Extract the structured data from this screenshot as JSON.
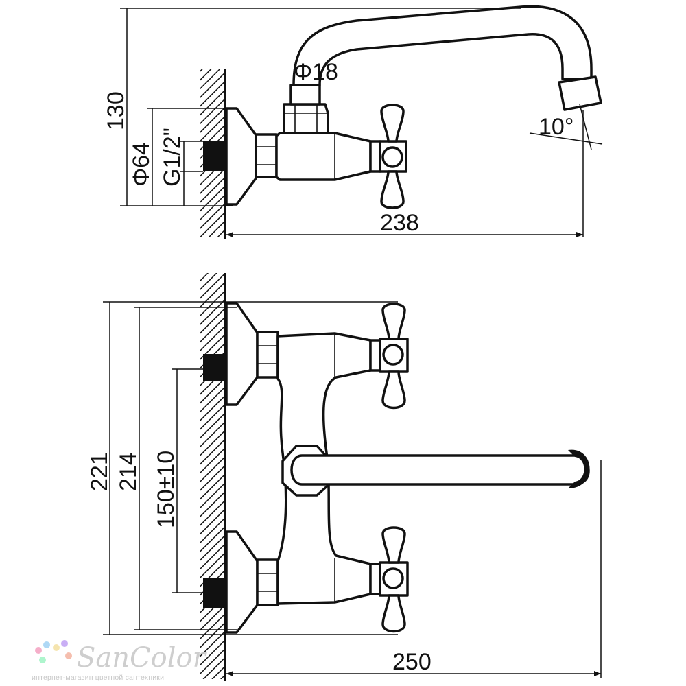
{
  "dimensions": {
    "top_height": "130",
    "top_diameter": "Φ64",
    "top_thread": "G1/2\"",
    "spout_diameter": "Φ18",
    "spout_angle": "10°",
    "top_length": "238",
    "bottom_overall_height": "221",
    "bottom_body_height": "214",
    "bottom_center_distance": "150±10",
    "bottom_length": "250"
  },
  "watermark": {
    "brand": "SanColor",
    "tagline": "интернет-магазин цветной сантехники",
    "dot_colors": [
      "#f4a6c4",
      "#a6d4f4",
      "#f4e2a6",
      "#c4a6f4",
      "#a6f4c8",
      "#f4b8a6"
    ]
  }
}
